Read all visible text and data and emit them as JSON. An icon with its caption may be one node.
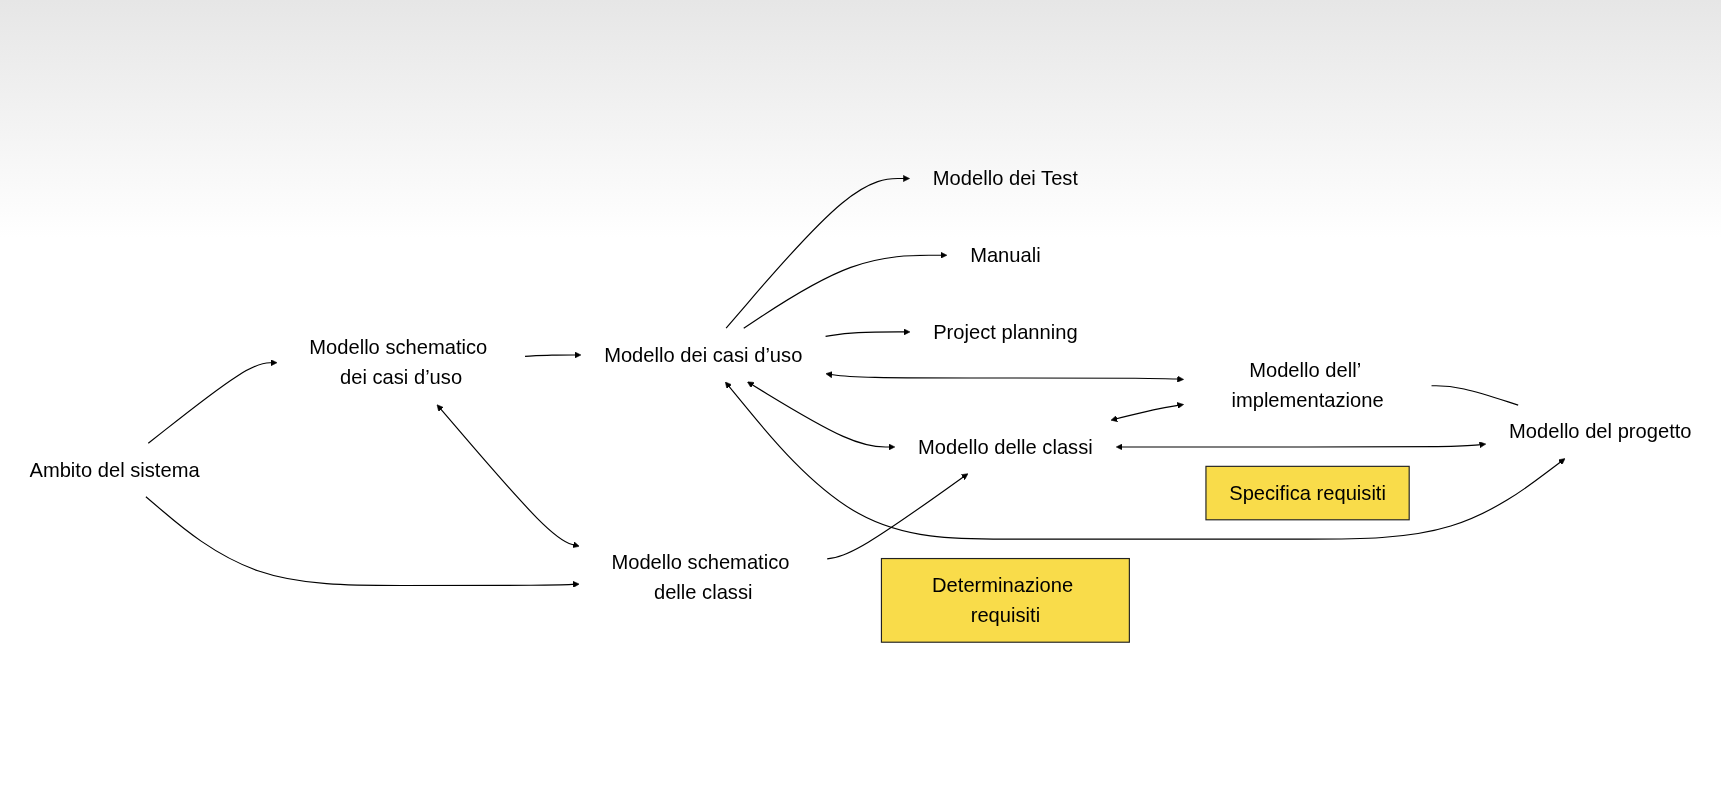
{
  "diagram": {
    "nodes": [
      {
        "text": [
          "Modello dei Test"
        ]
      },
      {
        "text": [
          "Manuali"
        ]
      },
      {
        "text": [
          "Project planning"
        ]
      },
      {
        "text": [
          "Modello schematico dei casi d’uso"
        ]
      },
      {
        "text": [
          "Modello dei casi d’uso"
        ]
      },
      {
        "text": [
          "Modello dell’ implementazione"
        ]
      },
      {
        "text": [
          "Ambito del sistema"
        ]
      },
      {
        "text": [
          "Modello schematico delle classi"
        ]
      },
      {
        "text": [
          "Modello delle classi"
        ]
      },
      {
        "text": [
          "Modello del progetto"
        ]
      },
      {
        "text": [
          "Determinazione requisiti"
        ]
      },
      {
        "text": [
          "Specifica requisiti"
        ]
      }
    ],
    "edges": [
      {
        "from": 4,
        "to": 0,
        "arrow": "to"
      },
      {
        "from": 4,
        "to": 1,
        "arrow": "to"
      },
      {
        "from": 4,
        "to": 2,
        "arrow": "to"
      },
      {
        "from": 6,
        "to": 3,
        "arrow": "to"
      },
      {
        "from": 6,
        "to": 7,
        "arrow": "to"
      },
      {
        "from": 3,
        "to": 4,
        "arrow": "to"
      },
      {
        "from": 3,
        "to": 7,
        "arrow": "both"
      },
      {
        "from": 7,
        "to": 8,
        "arrow": "to"
      },
      {
        "from": 4,
        "to": 5,
        "arrow": "both"
      },
      {
        "from": 4,
        "to": 8,
        "arrow": "both"
      },
      {
        "from": 4,
        "to": 9,
        "arrow": "both"
      },
      {
        "from": 8,
        "to": 5,
        "arrow": "both"
      },
      {
        "from": 8,
        "to": 9,
        "arrow": "both"
      },
      {
        "from": 5,
        "to": 9,
        "arrow": "none"
      }
    ]
  }
}
